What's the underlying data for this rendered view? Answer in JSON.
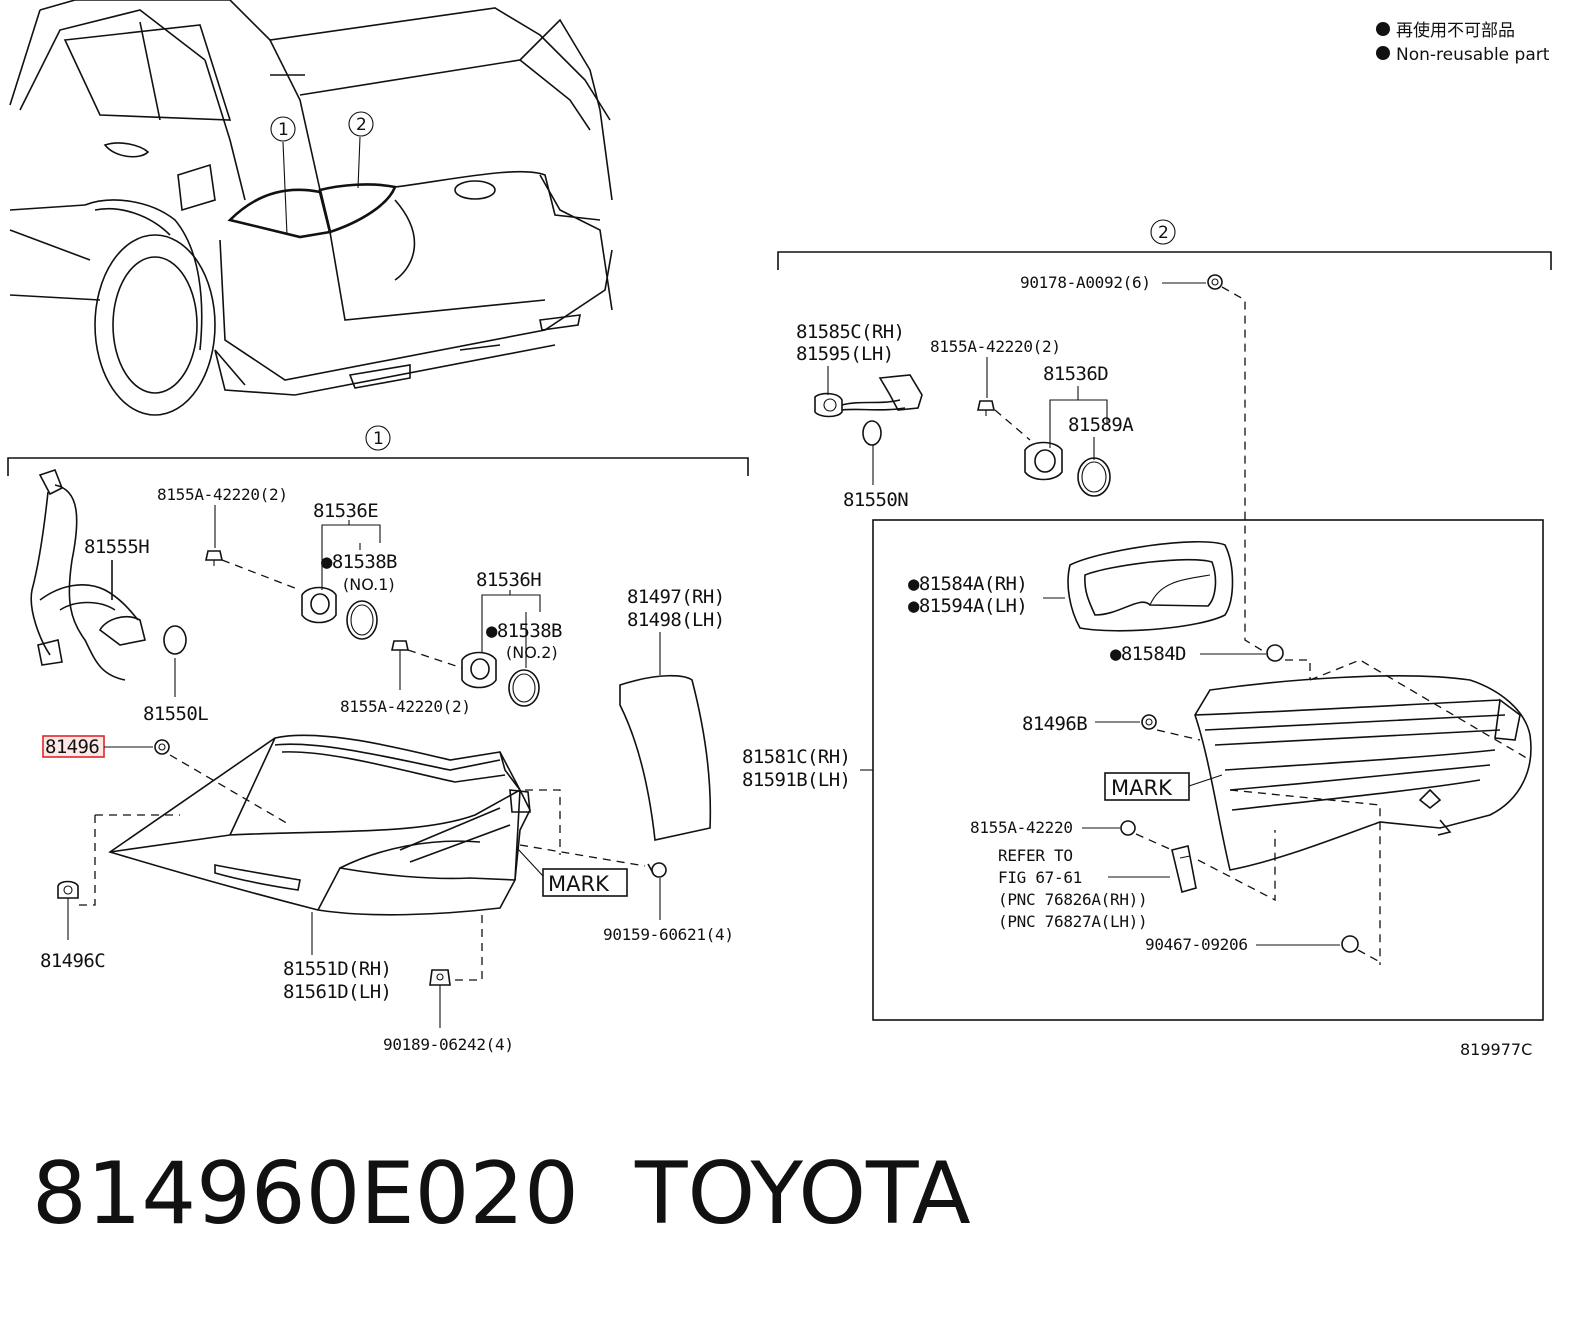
{
  "legend": {
    "jp_text": "再使用不可部品",
    "en_text": "Non-reusable part",
    "bullet": "●"
  },
  "callouts": {
    "one": "1",
    "two": "2"
  },
  "group1_labels": {
    "p8155a_top": "8155A-42220(2)",
    "p81536e": "81536E",
    "p81538b_1": "●81538B",
    "no1": "(NO.1)",
    "p81555h": "81555H",
    "p81536h": "81536H",
    "p81538b_2": "●81538B",
    "no2": "(NO.2)",
    "p81497": "81497(RH)",
    "p81498": "81498(LH)",
    "p81550l": "81550L",
    "p8155a_bottom": "8155A-42220(2)",
    "p81496_highlight": "81496",
    "mark": "MARK",
    "p90159": "90159-60621(4)",
    "p81496c": "81496C",
    "p81551d": "81551D(RH)",
    "p81561d": "81561D(LH)",
    "p90189": "90189-06242(4)"
  },
  "group2_labels": {
    "p90178": "90178-A0092(6)",
    "p81585c": "81585C(RH)",
    "p81595": "81595(LH)",
    "p8155a": "8155A-42220(2)",
    "p81536d": "81536D",
    "p81589a": "81589A",
    "p81550n": "81550N",
    "p81584a": "●81584A(RH)",
    "p81594a": "●81594A(LH)",
    "p81584d": "●81584D",
    "p81496b": "81496B",
    "mark": "MARK",
    "p81581c": "81581C(RH)",
    "p81591b": "81591B(LH)",
    "p8155a_single": "8155A-42220",
    "refer1": "REFER TO",
    "refer2": "FIG 67-61",
    "refer3": "(PNC 76826A(RH))",
    "refer4": "(PNC 76827A(LH))",
    "p90467": "90467-09206"
  },
  "figure_code": "819977C",
  "footer": {
    "part_number": "814960E020",
    "brand": "TOYOTA"
  },
  "colors": {
    "highlight": "#e0262b",
    "highlight_fill": "#fde8e8",
    "ink": "#111111"
  }
}
